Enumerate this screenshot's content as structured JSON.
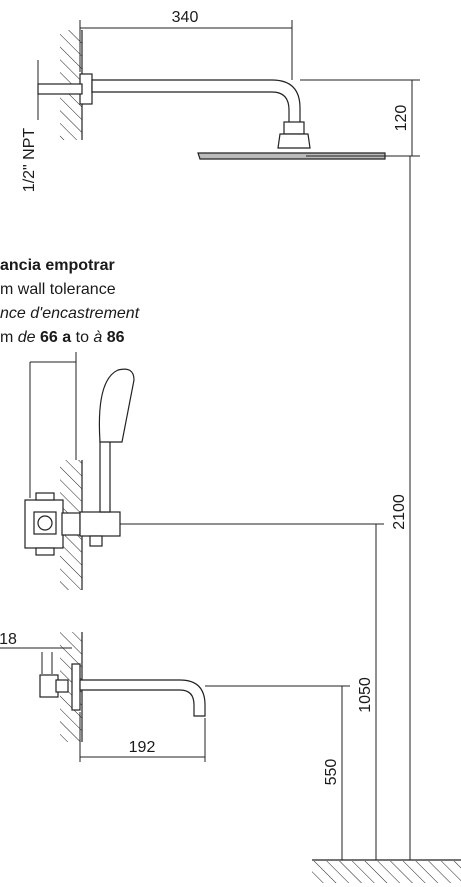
{
  "dimensions": {
    "arm_length": "340",
    "drop_height": "120",
    "thread": "1/2\" NPT",
    "shower_height": "2100",
    "valve_height": "1050",
    "spout_height": "550",
    "spout_reach": "192",
    "spout_offset": "18"
  },
  "note": {
    "line1_text": "ancia empotrar",
    "line2_text": "m wall tolerance",
    "line3_text": "nce d'encastrement",
    "line4_prefix": "m ",
    "line4_de": "de",
    "line4_min": "66 a",
    "line4_to": "to",
    "line4_a": "à",
    "line4_max": "86"
  }
}
